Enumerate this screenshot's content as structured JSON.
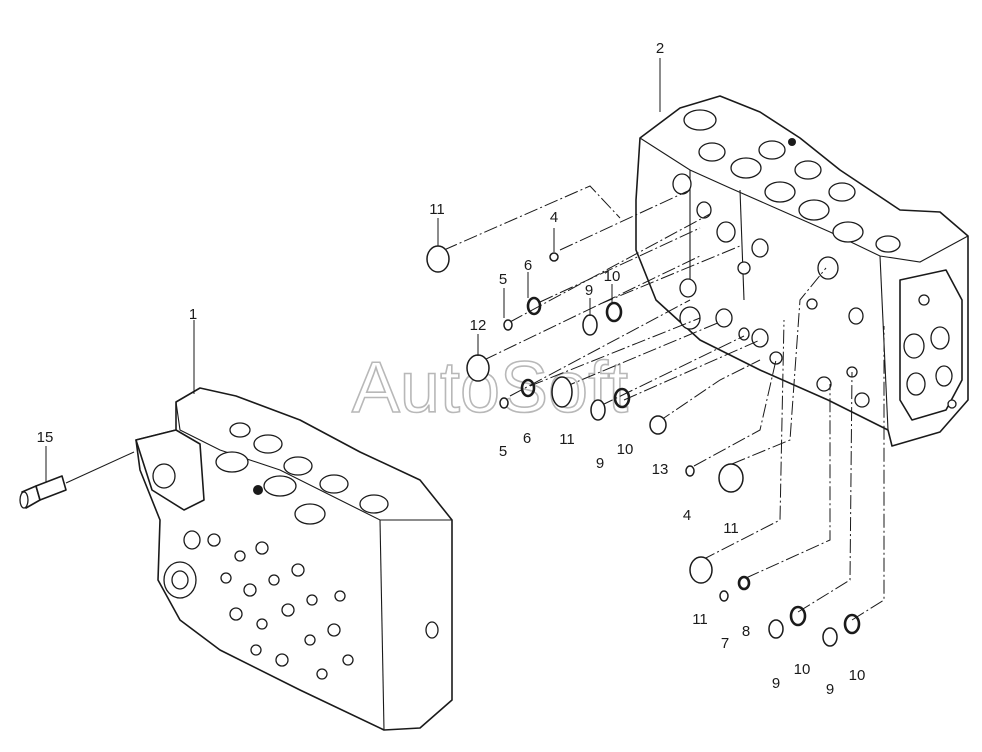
{
  "watermark": "AutoSoft",
  "callouts": [
    {
      "id": "c-2",
      "text": "2"
    },
    {
      "id": "c-11a",
      "text": "11"
    },
    {
      "id": "c-4a",
      "text": "4"
    },
    {
      "id": "c-5a",
      "text": "5"
    },
    {
      "id": "c-6a",
      "text": "6"
    },
    {
      "id": "c-9a",
      "text": "9"
    },
    {
      "id": "c-10a",
      "text": "10"
    },
    {
      "id": "c-12",
      "text": "12"
    },
    {
      "id": "c-1",
      "text": "1"
    },
    {
      "id": "c-15",
      "text": "15"
    },
    {
      "id": "c-5b",
      "text": "5"
    },
    {
      "id": "c-6b",
      "text": "6"
    },
    {
      "id": "c-11b",
      "text": "11"
    },
    {
      "id": "c-9b",
      "text": "9"
    },
    {
      "id": "c-10b",
      "text": "10"
    },
    {
      "id": "c-13",
      "text": "13"
    },
    {
      "id": "c-4b",
      "text": "4"
    },
    {
      "id": "c-11c",
      "text": "11"
    },
    {
      "id": "c-11d",
      "text": "11"
    },
    {
      "id": "c-7",
      "text": "7"
    },
    {
      "id": "c-8",
      "text": "8"
    },
    {
      "id": "c-9c",
      "text": "9"
    },
    {
      "id": "c-10c",
      "text": "10"
    },
    {
      "id": "c-9d",
      "text": "9"
    },
    {
      "id": "c-10d",
      "text": "10"
    }
  ]
}
